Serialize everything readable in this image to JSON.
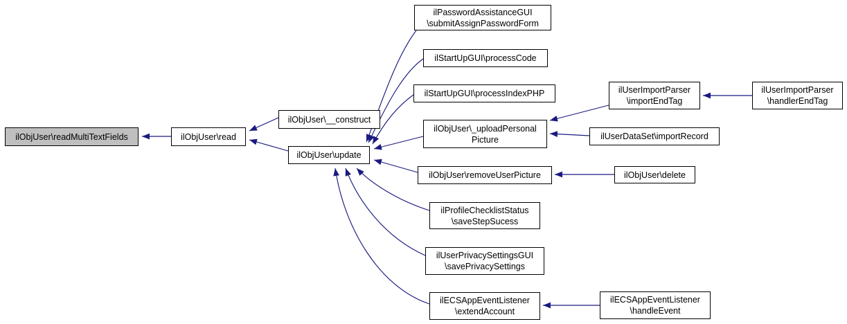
{
  "diagram": {
    "colors": {
      "edge": "#1a1a80",
      "node_border": "#000000",
      "node_fill": "#ffffff",
      "highlight_fill": "#bfbfbf",
      "background": "#ffffff"
    },
    "nodes": [
      {
        "id": "read-multi-text-fields",
        "label": "ilObjUser\\readMultiTextFields",
        "highlighted": true
      },
      {
        "id": "read",
        "label": "ilObjUser\\read",
        "highlighted": false
      },
      {
        "id": "construct",
        "label": "ilObjUser\\__construct",
        "highlighted": false
      },
      {
        "id": "update",
        "label": "ilObjUser\\update",
        "highlighted": false
      },
      {
        "id": "submit-assign-password-form",
        "label": "ilPasswordAssistanceGUI\n\\submitAssignPasswordForm",
        "highlighted": false
      },
      {
        "id": "process-code",
        "label": "ilStartUpGUI\\processCode",
        "highlighted": false
      },
      {
        "id": "process-index-php",
        "label": "ilStartUpGUI\\processIndexPHP",
        "highlighted": false
      },
      {
        "id": "upload-personal-picture",
        "label": "ilObjUser\\_uploadPersonal\nPicture",
        "highlighted": false
      },
      {
        "id": "remove-user-picture",
        "label": "ilObjUser\\removeUserPicture",
        "highlighted": false
      },
      {
        "id": "save-step-sucess",
        "label": "ilProfileChecklistStatus\n\\saveStepSucess",
        "highlighted": false
      },
      {
        "id": "save-privacy-settings",
        "label": "ilUserPrivacySettingsGUI\n\\savePrivacySettings",
        "highlighted": false
      },
      {
        "id": "extend-account",
        "label": "ilECSAppEventListener\n\\extendAccount",
        "highlighted": false
      },
      {
        "id": "import-end-tag",
        "label": "ilUserImportParser\n\\importEndTag",
        "highlighted": false
      },
      {
        "id": "handler-end-tag",
        "label": "ilUserImportParser\n\\handlerEndTag",
        "highlighted": false
      },
      {
        "id": "import-record",
        "label": "ilUserDataSet\\importRecord",
        "highlighted": false
      },
      {
        "id": "delete",
        "label": "ilObjUser\\delete",
        "highlighted": false
      },
      {
        "id": "handle-event",
        "label": "ilECSAppEventListener\n\\handleEvent",
        "highlighted": false
      }
    ],
    "edges": [
      {
        "from": "ilObjUser\\read",
        "to": "ilObjUser\\readMultiTextFields"
      },
      {
        "from": "ilObjUser\\__construct",
        "to": "ilObjUser\\read"
      },
      {
        "from": "ilObjUser\\update",
        "to": "ilObjUser\\read"
      },
      {
        "from": "ilPasswordAssistanceGUI\\submitAssignPasswordForm",
        "to": "ilObjUser\\update"
      },
      {
        "from": "ilStartUpGUI\\processCode",
        "to": "ilObjUser\\update"
      },
      {
        "from": "ilStartUpGUI\\processIndexPHP",
        "to": "ilObjUser\\update"
      },
      {
        "from": "ilObjUser\\_uploadPersonalPicture",
        "to": "ilObjUser\\update"
      },
      {
        "from": "ilObjUser\\removeUserPicture",
        "to": "ilObjUser\\update"
      },
      {
        "from": "ilProfileChecklistStatus\\saveStepSucess",
        "to": "ilObjUser\\update"
      },
      {
        "from": "ilUserPrivacySettingsGUI\\savePrivacySettings",
        "to": "ilObjUser\\update"
      },
      {
        "from": "ilECSAppEventListener\\extendAccount",
        "to": "ilObjUser\\update"
      },
      {
        "from": "ilUserImportParser\\importEndTag",
        "to": "ilObjUser\\_uploadPersonalPicture"
      },
      {
        "from": "ilUserDataSet\\importRecord",
        "to": "ilObjUser\\_uploadPersonalPicture"
      },
      {
        "from": "ilUserImportParser\\handlerEndTag",
        "to": "ilUserImportParser\\importEndTag"
      },
      {
        "from": "ilObjUser\\delete",
        "to": "ilObjUser\\removeUserPicture"
      },
      {
        "from": "ilECSAppEventListener\\handleEvent",
        "to": "ilECSAppEventListener\\extendAccount"
      }
    ]
  }
}
